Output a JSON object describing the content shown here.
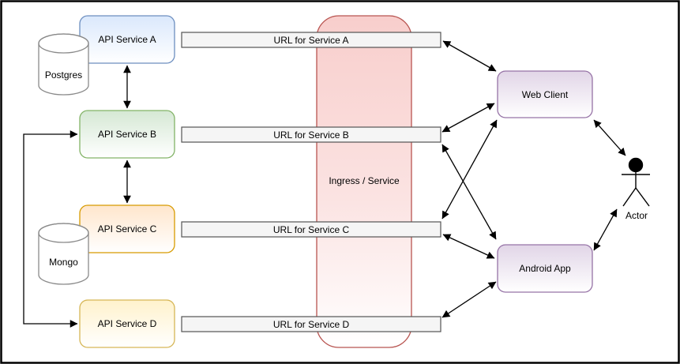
{
  "diagram": {
    "background": "#ffffff",
    "frame_color": "#000000",
    "databases": [
      {
        "name": "postgres",
        "label": "Postgres"
      },
      {
        "name": "mongo",
        "label": "Mongo"
      }
    ],
    "services": [
      {
        "name": "service-a",
        "label": "API Service A",
        "fill": "#dae8fc",
        "border": "#6c8ebf"
      },
      {
        "name": "service-b",
        "label": "API Service B",
        "fill": "#d5e8d4",
        "border": "#82b366"
      },
      {
        "name": "service-c",
        "label": "API Service C",
        "fill": "#ffe6cc",
        "border": "#d79b00"
      },
      {
        "name": "service-d",
        "label": "API Service D",
        "fill": "#fff2cc",
        "border": "#d6b656"
      }
    ],
    "url_bars": [
      {
        "label": "URL for Service A"
      },
      {
        "label": "URL for Service B"
      },
      {
        "label": "URL for Service C"
      },
      {
        "label": "URL for Service D"
      }
    ],
    "url_bar_style": {
      "fill": "#f5f5f5",
      "border": "#545454"
    },
    "ingress": {
      "label": "Ingress / Service",
      "fill": "#f8cecc",
      "border": "#b85450"
    },
    "clients": [
      {
        "name": "web-client",
        "label": "Web Client",
        "fill": "#e1d5e7",
        "border": "#9673a6"
      },
      {
        "name": "android-app",
        "label": "Android App",
        "fill": "#e1d5e7",
        "border": "#9673a6"
      }
    ],
    "actor": {
      "label": "Actor"
    }
  }
}
